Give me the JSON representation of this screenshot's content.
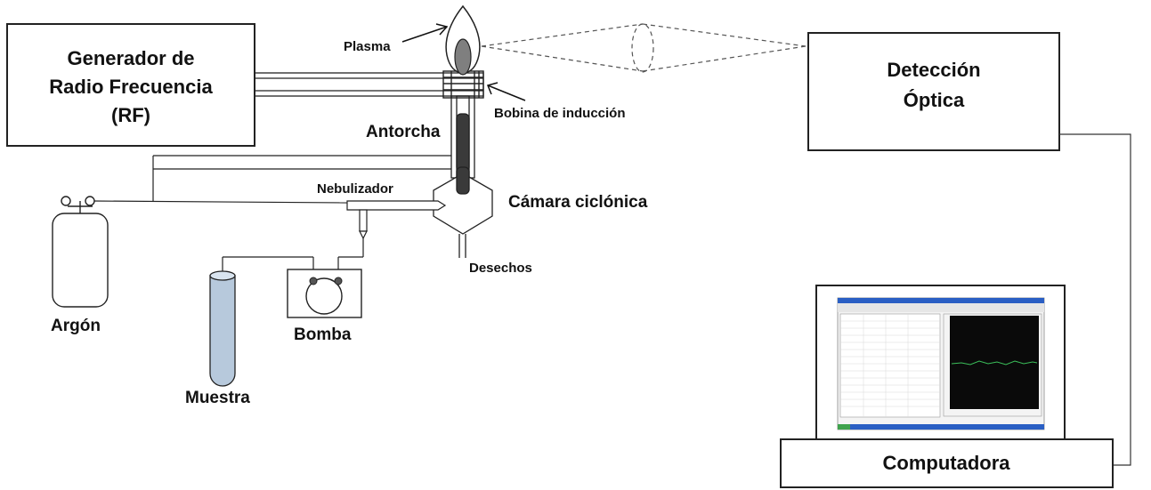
{
  "boxes": {
    "generator": [
      "Generador de",
      "Radio Frecuencia",
      "(RF)"
    ],
    "detection": [
      "Detección",
      "Óptica"
    ],
    "computer": "Computadora"
  },
  "labels": {
    "plasma": "Plasma",
    "coil": "Bobina de inducción",
    "torch": "Antorcha",
    "nebulizer": "Nebulizador",
    "chamber": "Cámara ciclónica",
    "waste": "Desechos",
    "argon": "Argón",
    "pump": "Bomba",
    "sample": "Muestra"
  },
  "colors": {
    "line": "#222222",
    "flame_fill": "#ffffff",
    "plasma_core": "#7f7f7f",
    "torch_rod": "#3a3a3a",
    "sample_tube": "#b7c9dc",
    "screen_bg": "#0a0a0a",
    "signal": "#3bbf5a",
    "taskbar": "#2a5fc4"
  }
}
